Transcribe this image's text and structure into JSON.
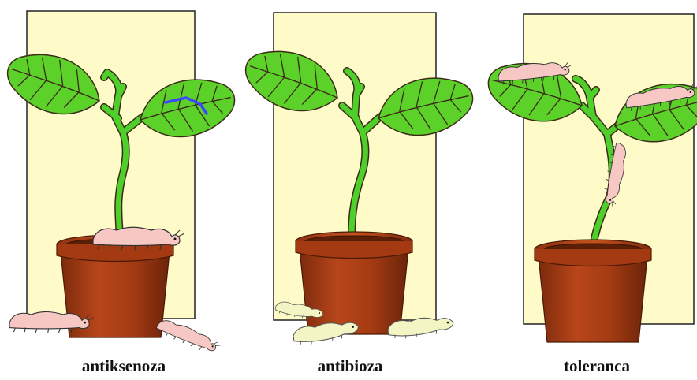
{
  "panels": [
    {
      "caption": "antiksenoza"
    },
    {
      "caption": "antibioza"
    },
    {
      "caption": "toleranca"
    }
  ],
  "colors": {
    "background_panel": "#fefbc9",
    "panel_border": "#222222",
    "leaf": "#5cd12a",
    "leaf_vein": "#3b2a17",
    "stem": "#4fcf2a",
    "pot": "#a33a12",
    "pot_rim": "#b34516",
    "insect_pink": "#f6c7c3",
    "insect_yellow": "#f3f6c4",
    "damage": "#3a48ff"
  }
}
